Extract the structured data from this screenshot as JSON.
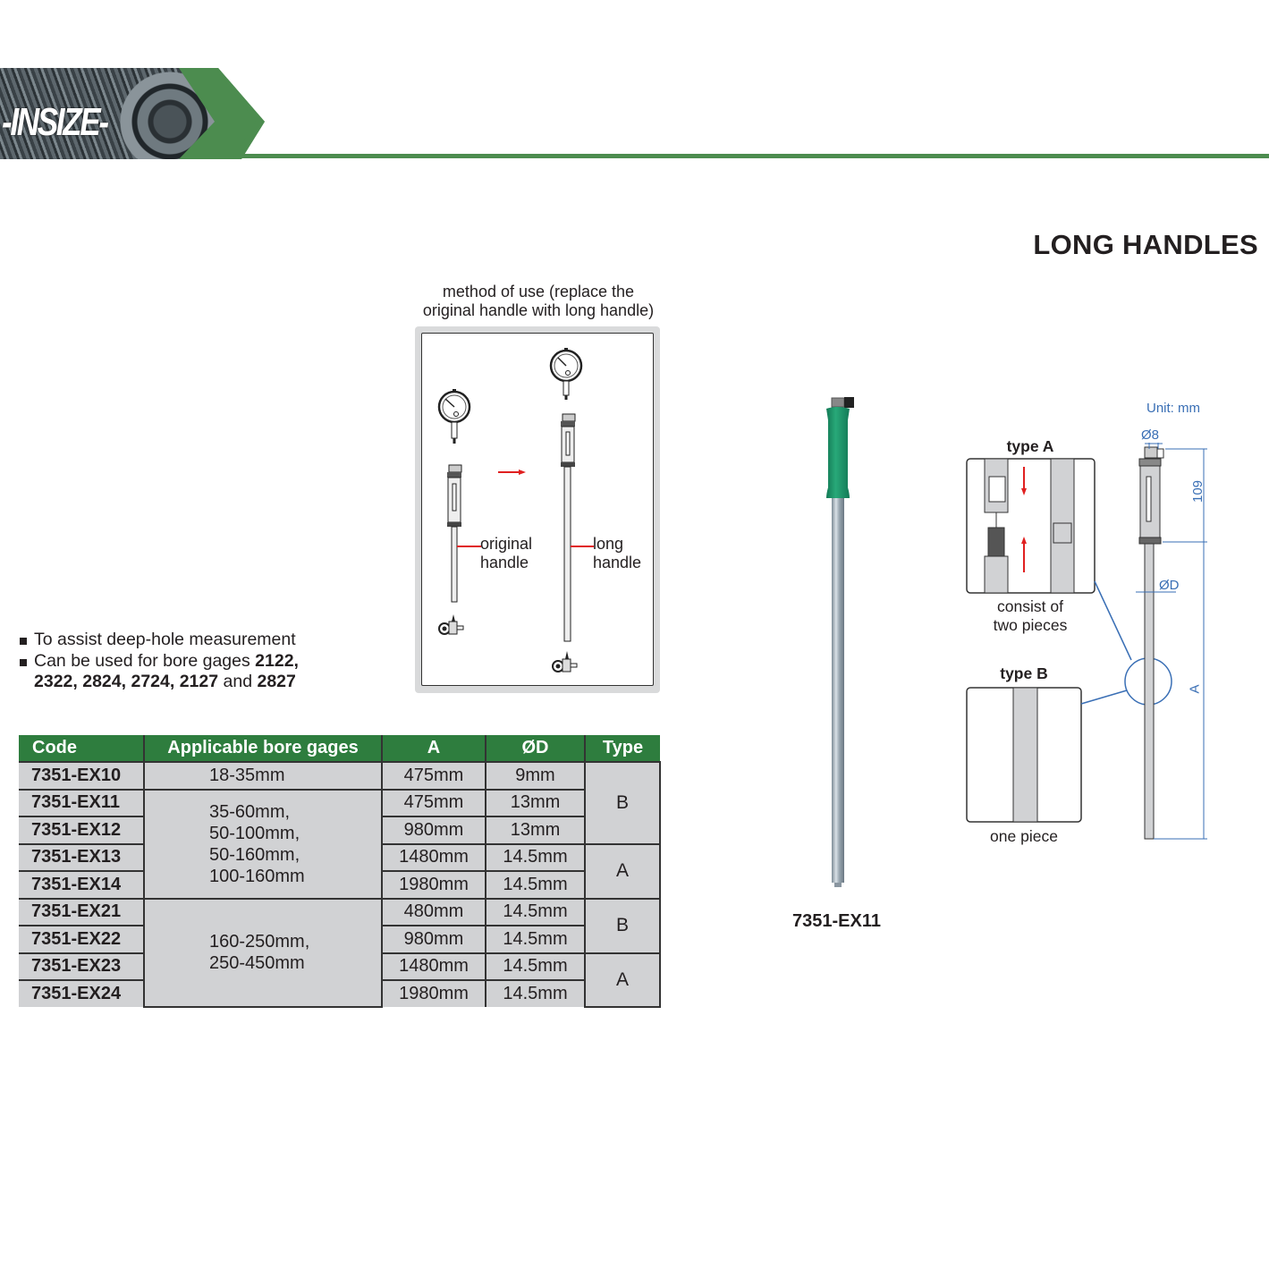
{
  "header": {
    "logo_text": "-INSIZE-",
    "brand_color": "#4c8c4f"
  },
  "page_title": "LONG HANDLES",
  "method_of_use": {
    "caption_line1": "method of use (replace the",
    "caption_line2": "original handle with long handle)",
    "label_original_line1": "original",
    "label_original_line2": "handle",
    "label_long_line1": "long",
    "label_long_line2": "handle"
  },
  "features": {
    "bullet1": "To assist deep-hole measurement",
    "bullet2_prefix": "Can be used for bore gages ",
    "bullet2_models": [
      "2122,",
      "2322,",
      "2824,",
      "2724,",
      "2127",
      "2827"
    ],
    "bullet2_and": "and"
  },
  "table": {
    "headers": [
      "Code",
      "Applicable bore gages",
      "A",
      "ØD",
      "Type"
    ],
    "header_color": "#2e7d3e",
    "rows": [
      {
        "code": "7351-EX10",
        "a": "475mm",
        "d": "9mm"
      },
      {
        "code": "7351-EX11",
        "a": "475mm",
        "d": "13mm"
      },
      {
        "code": "7351-EX12",
        "a": "980mm",
        "d": "13mm"
      },
      {
        "code": "7351-EX13",
        "a": "1480mm",
        "d": "14.5mm"
      },
      {
        "code": "7351-EX14",
        "a": "1980mm",
        "d": "14.5mm"
      },
      {
        "code": "7351-EX21",
        "a": "480mm",
        "d": "14.5mm"
      },
      {
        "code": "7351-EX22",
        "a": "980mm",
        "d": "14.5mm"
      },
      {
        "code": "7351-EX23",
        "a": "1480mm",
        "d": "14.5mm"
      },
      {
        "code": "7351-EX24",
        "a": "1980mm",
        "d": "14.5mm"
      }
    ],
    "applicable_groups": [
      {
        "text": [
          "18-35mm"
        ]
      },
      {
        "text": [
          "35-60mm,",
          "50-100mm,",
          "50-160mm,",
          "100-160mm"
        ]
      },
      {
        "text": [
          "160-250mm,",
          "250-450mm"
        ]
      }
    ],
    "type_groups": [
      "B",
      "A",
      "B",
      "A"
    ]
  },
  "product": {
    "caption": "7351-EX11",
    "grip_color": "#1f9a6e"
  },
  "drawing": {
    "unit_label": "Unit: mm",
    "dia_top": "Ø8",
    "dim_109": "109",
    "dia_d": "ØD",
    "dim_a": "A",
    "type_a_title": "type A",
    "type_a_caption_line1": "consist of",
    "type_a_caption_line2": "two pieces",
    "type_b_title": "type B",
    "type_b_caption": "one piece",
    "dimension_color": "#3a6fb5"
  }
}
